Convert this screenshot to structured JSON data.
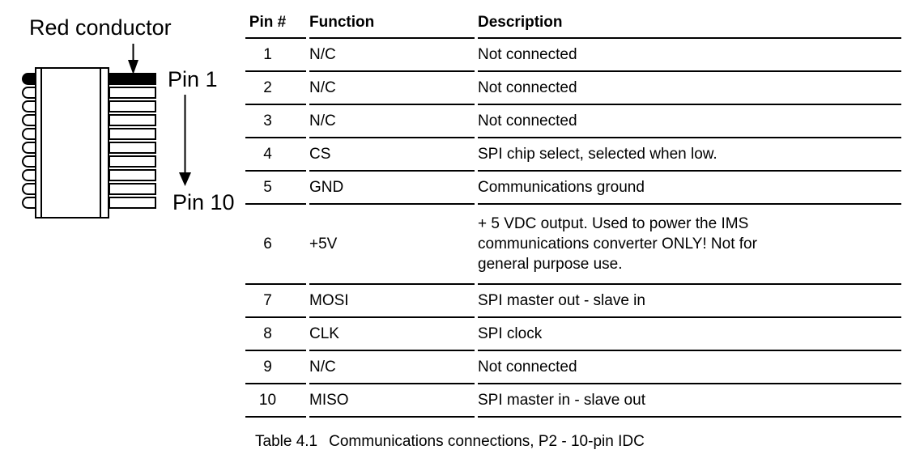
{
  "colors": {
    "ink": "#000000",
    "background": "#ffffff",
    "conductor_fill": "#000000"
  },
  "diagram": {
    "red_conductor_label": "Red conductor",
    "pin1_label": "Pin 1",
    "pin10_label": "Pin 10",
    "wire_count": 10
  },
  "table": {
    "headers": {
      "pin": "Pin #",
      "function": "Function",
      "description": "Description"
    },
    "rows": [
      {
        "pin": "1",
        "function": "N/C",
        "description": "Not connected"
      },
      {
        "pin": "2",
        "function": "N/C",
        "description": "Not connected"
      },
      {
        "pin": "3",
        "function": "N/C",
        "description": "Not connected"
      },
      {
        "pin": "4",
        "function": "CS",
        "description": "SPI chip select, selected when low."
      },
      {
        "pin": "5",
        "function": "GND",
        "description": "Communications ground"
      },
      {
        "pin": "6",
        "function": "+5V",
        "description": "+ 5 VDC output. Used to power the IMS communications converter ONLY! Not for general purpose use."
      },
      {
        "pin": "7",
        "function": "MOSI",
        "description": "SPI master out - slave in"
      },
      {
        "pin": "8",
        "function": "CLK",
        "description": "SPI clock"
      },
      {
        "pin": "9",
        "function": "N/C",
        "description": "Not connected"
      },
      {
        "pin": "10",
        "function": "MISO",
        "description": "SPI master in - slave out"
      }
    ],
    "caption": {
      "label": "Table 4.1",
      "text": "Communications connections, P2 - 10-pin IDC"
    }
  }
}
